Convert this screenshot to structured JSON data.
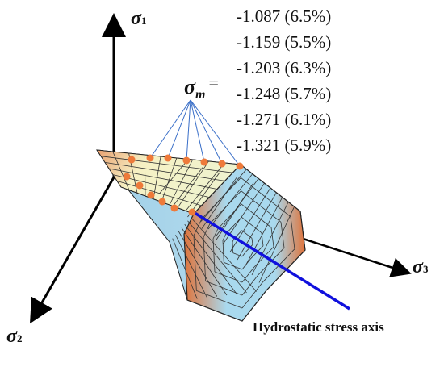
{
  "axes": {
    "sigma1": {
      "symbol": "σ",
      "subscript": "1"
    },
    "sigma2": {
      "symbol": "σ",
      "subscript": "2"
    },
    "sigma3": {
      "symbol": "σ",
      "subscript": "3"
    }
  },
  "sigma_m": {
    "symbol": "σ",
    "subscript": "m",
    "equals": "="
  },
  "values": [
    "-1.087 (6.5%)",
    "-1.159 (5.5%)",
    "-1.203 (6.3%)",
    "-1.248 (5.7%)",
    "-1.271 (6.1%)",
    "-1.321 (5.9%)"
  ],
  "hydrostatic_label": "Hydrostatic stress axis",
  "colors": {
    "surface_light": "#f4f4c8",
    "surface_blue": "#a8d8ec",
    "surface_orange": "#e07a3c",
    "dots": "#ee7a3a",
    "hydro_axis": "#1010dd",
    "leader_lines": "#3a6fc8"
  }
}
